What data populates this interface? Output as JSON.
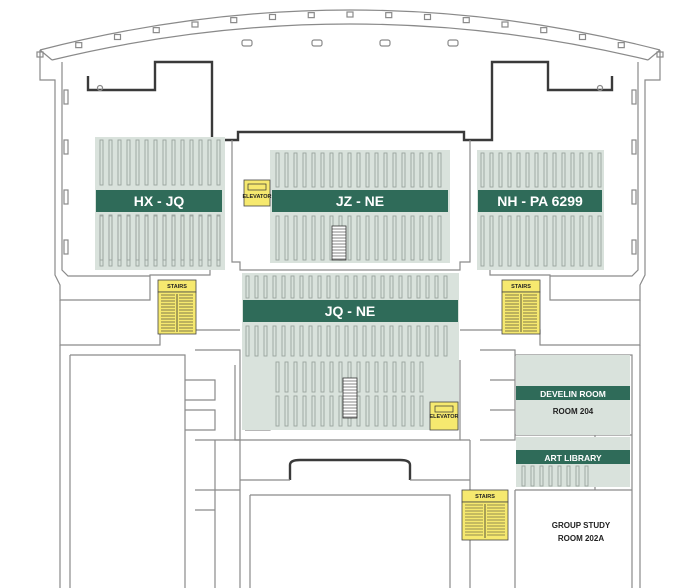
{
  "sections": {
    "left": "HX - JQ",
    "center_top": "JZ - NE",
    "right": "NH - PA 6299",
    "center_bottom": "JQ - NE"
  },
  "rooms": {
    "develin": "DEVELIN ROOM",
    "develin_number": "ROOM 204",
    "art_library": "ART LIBRARY",
    "group_study": "GROUP STUDY",
    "group_study_number": "ROOM 202A"
  },
  "facilities": {
    "elevator": "ELEVATOR",
    "stairs": "STAIRS"
  },
  "colors": {
    "section_band": "#2f6b59",
    "stack_area": "#d9e2dc",
    "facility_highlight": "#f6e96f"
  }
}
